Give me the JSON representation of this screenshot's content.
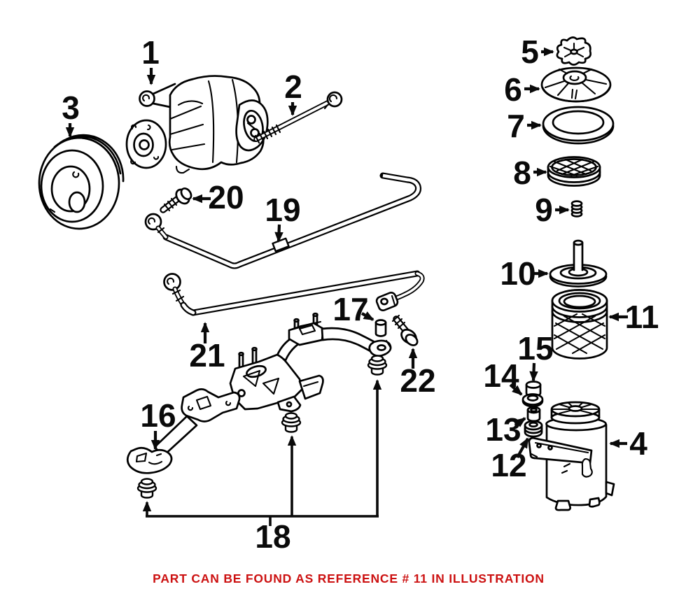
{
  "diagram": {
    "background": "#ffffff",
    "ink_color": "#000000",
    "callouts": {
      "c1": "1",
      "c2": "2",
      "c3": "3",
      "c4": "4",
      "c5": "5",
      "c6": "6",
      "c7": "7",
      "c8": "8",
      "c9": "9",
      "c10": "10",
      "c11": "11",
      "c12": "12",
      "c13": "13",
      "c14": "14",
      "c15": "15",
      "c16": "16",
      "c17": "17",
      "c18": "18",
      "c19": "19",
      "c20": "20",
      "c21": "21",
      "c22": "22"
    },
    "footer": {
      "text": "PART CAN BE FOUND AS REFERENCE # 11 IN ILLUSTRATION",
      "color": "#cc1111",
      "referenced_callout": "11"
    }
  }
}
